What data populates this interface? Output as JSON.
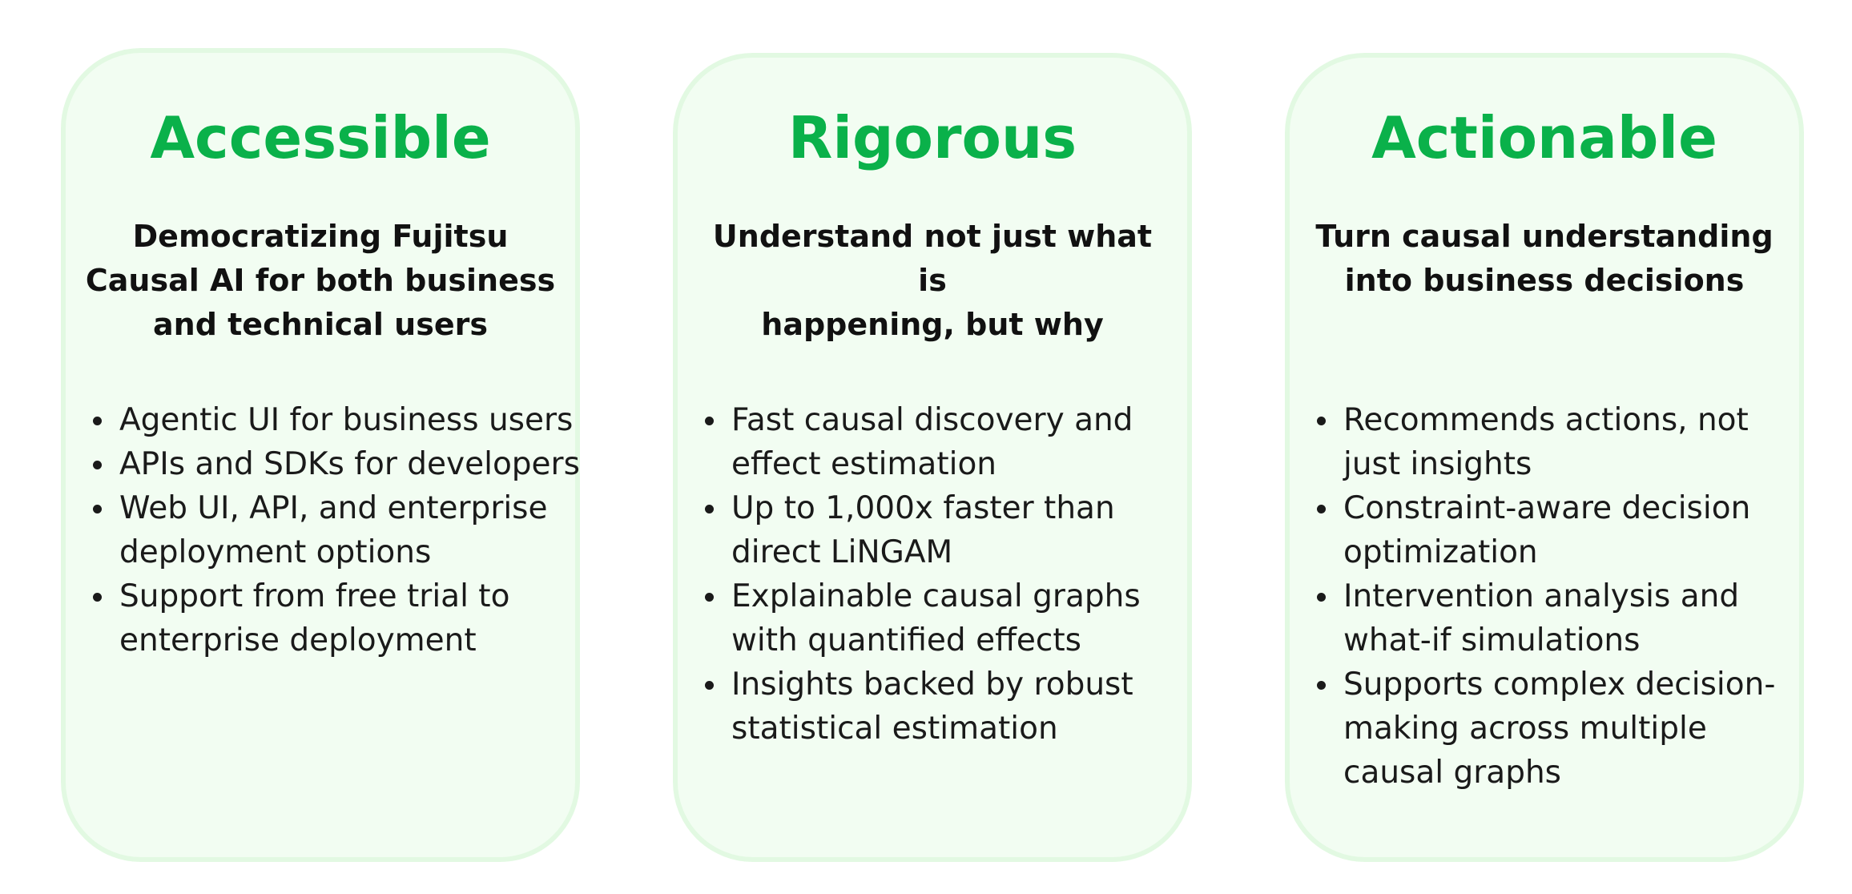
{
  "cards": [
    {
      "title": "Accessible",
      "subtitle": "Democratizing Fujitsu Causal AI for both business and technical users",
      "bullets": [
        "Agentic UI for business users",
        "APIs and SDKs for developers",
        "Web UI, API, and enterprise deployment options",
        "Support from free trial to enterprise deployment"
      ]
    },
    {
      "title": "Rigorous",
      "subtitle": "Understand not just what is happening, but why",
      "bullets": [
        "Fast causal discovery and effect estimation",
        "Up to 1,000x faster than direct LiNGAM",
        "Explainable causal graphs with quantified effects",
        "Insights backed by robust statistical estimation"
      ]
    },
    {
      "title": "Actionable",
      "subtitle": "Turn causal understanding into business decisions",
      "bullets": [
        "Recommends actions, not just insights",
        "Constraint-aware decision optimization",
        "Intervention analysis and what-if simulations",
        "Supports complex decision-making across multiple causal graphs"
      ]
    }
  ]
}
